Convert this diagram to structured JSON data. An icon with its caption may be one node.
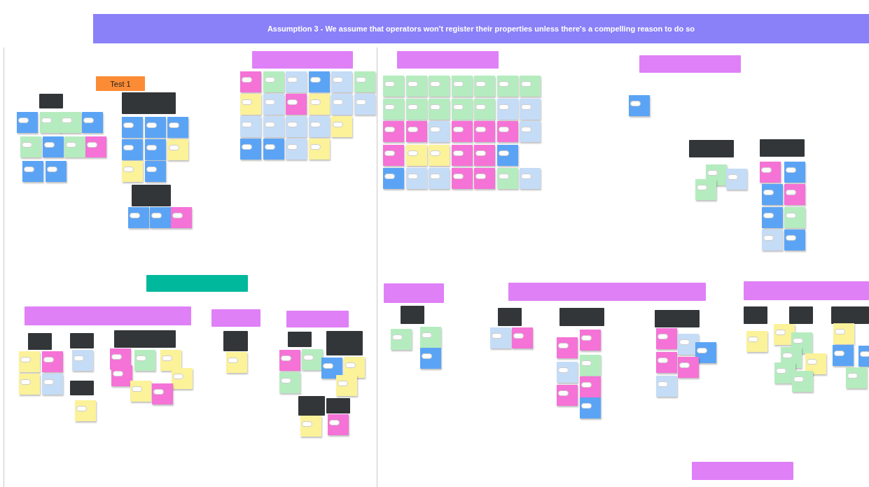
{
  "diagram": {
    "title": "Assumption 3 - We assume that operators won't register their properties unless there's a compelling reason to do so",
    "nodes": [
      {
        "text": [
          "Test 1"
        ]
      },
      {
        "text": [],
        "shape": "box"
      },
      {
        "text": [],
        "shape": "box"
      },
      {
        "text": [],
        "shape": "box"
      },
      {
        "text": [],
        "shape": "box"
      },
      {
        "text": [],
        "shape": "box"
      },
      {
        "text": [],
        "shape": "box"
      },
      {
        "text": [],
        "shape": "box"
      },
      {
        "text": [],
        "shape": "box"
      },
      {
        "text": [],
        "shape": "box"
      },
      {
        "text": [],
        "shape": "box"
      },
      {
        "text": [],
        "shape": "box"
      },
      {
        "text": [],
        "shape": "box"
      },
      {
        "text": [],
        "shape": "box"
      },
      {
        "text": [],
        "shape": "box"
      },
      {
        "text": [],
        "shape": "box"
      },
      {
        "text": [],
        "shape": "box"
      },
      {
        "text": [],
        "shape": "box"
      },
      {
        "text": [],
        "shape": "box"
      },
      {
        "text": [],
        "shape": "box"
      },
      {
        "text": [],
        "shape": "box"
      },
      {
        "text": [],
        "shape": "box"
      },
      {
        "text": [],
        "shape": "box"
      },
      {
        "text": [],
        "shape": "box"
      },
      {
        "text": [],
        "shape": "box"
      },
      {
        "text": [],
        "shape": "box"
      },
      {
        "text": [],
        "shape": "box"
      },
      {
        "text": [],
        "shape": "box"
      },
      {
        "text": [],
        "shape": "box"
      },
      {
        "text": [],
        "shape": "box"
      },
      {
        "text": [],
        "shape": "box"
      },
      {
        "text": [],
        "shape": "box"
      },
      {
        "text": [],
        "shape": "box"
      },
      {
        "text": [],
        "shape": "note"
      },
      {
        "text": [],
        "shape": "note"
      },
      {
        "text": [],
        "shape": "note"
      },
      {
        "text": [],
        "shape": "note"
      },
      {
        "text": [],
        "shape": "note"
      },
      {
        "text": [],
        "shape": "note"
      },
      {
        "text": [],
        "shape": "note"
      },
      {
        "text": [],
        "shape": "note"
      },
      {
        "text": [],
        "shape": "note"
      },
      {
        "text": [],
        "shape": "note"
      },
      {
        "text": [],
        "shape": "note"
      },
      {
        "text": [],
        "shape": "note"
      },
      {
        "text": [],
        "shape": "note"
      },
      {
        "text": [],
        "shape": "note"
      },
      {
        "text": [],
        "shape": "note"
      },
      {
        "text": [],
        "shape": "note"
      },
      {
        "text": [],
        "shape": "note"
      },
      {
        "text": [],
        "shape": "note"
      },
      {
        "text": [],
        "shape": "note"
      },
      {
        "text": [],
        "shape": "note"
      },
      {
        "text": [],
        "shape": "note"
      },
      {
        "text": [],
        "shape": "note"
      },
      {
        "text": [],
        "shape": "note"
      },
      {
        "text": [],
        "shape": "note"
      },
      {
        "text": [],
        "shape": "note"
      },
      {
        "text": [],
        "shape": "note"
      },
      {
        "text": [],
        "shape": "note"
      },
      {
        "text": [],
        "shape": "note"
      },
      {
        "text": [],
        "shape": "note"
      },
      {
        "text": [],
        "shape": "note"
      },
      {
        "text": [],
        "shape": "note"
      },
      {
        "text": [],
        "shape": "note"
      },
      {
        "text": [],
        "shape": "note"
      },
      {
        "text": [],
        "shape": "note"
      },
      {
        "text": [],
        "shape": "note"
      },
      {
        "text": [],
        "shape": "note"
      },
      {
        "text": [],
        "shape": "note"
      },
      {
        "text": [],
        "shape": "note"
      },
      {
        "text": [],
        "shape": "note"
      },
      {
        "text": [],
        "shape": "note"
      },
      {
        "text": [],
        "shape": "note"
      },
      {
        "text": [],
        "shape": "note"
      },
      {
        "text": [],
        "shape": "note"
      },
      {
        "text": [],
        "shape": "note"
      },
      {
        "text": [],
        "shape": "note"
      },
      {
        "text": [],
        "shape": "note"
      },
      {
        "text": [],
        "shape": "note"
      },
      {
        "text": [],
        "shape": "note"
      },
      {
        "text": [],
        "shape": "note"
      },
      {
        "text": [],
        "shape": "note"
      },
      {
        "text": [],
        "shape": "note"
      },
      {
        "text": [],
        "shape": "note"
      },
      {
        "text": [],
        "shape": "note"
      },
      {
        "text": [],
        "shape": "note"
      },
      {
        "text": [],
        "shape": "note"
      },
      {
        "text": [],
        "shape": "note"
      },
      {
        "text": [],
        "shape": "note"
      },
      {
        "text": [],
        "shape": "note"
      },
      {
        "text": [],
        "shape": "note"
      },
      {
        "text": [],
        "shape": "note"
      },
      {
        "text": [],
        "shape": "note"
      },
      {
        "text": [],
        "shape": "note"
      },
      {
        "text": [],
        "shape": "note"
      },
      {
        "text": [],
        "shape": "note"
      },
      {
        "text": [],
        "shape": "note"
      },
      {
        "text": [],
        "shape": "note"
      },
      {
        "text": [],
        "shape": "note"
      },
      {
        "text": [],
        "shape": "note"
      },
      {
        "text": [],
        "shape": "note"
      },
      {
        "text": [],
        "shape": "note"
      },
      {
        "text": [],
        "shape": "note"
      },
      {
        "text": [],
        "shape": "note"
      },
      {
        "text": [],
        "shape": "note"
      },
      {
        "text": [],
        "shape": "note"
      },
      {
        "text": [],
        "shape": "note"
      },
      {
        "text": [],
        "shape": "note"
      },
      {
        "text": [],
        "shape": "note"
      },
      {
        "text": [],
        "shape": "note"
      },
      {
        "text": [],
        "shape": "note"
      },
      {
        "text": [],
        "shape": "note"
      },
      {
        "text": [],
        "shape": "note"
      },
      {
        "text": [],
        "shape": "note"
      },
      {
        "text": [],
        "shape": "note"
      },
      {
        "text": [],
        "shape": "note"
      },
      {
        "text": [],
        "shape": "note"
      },
      {
        "text": [],
        "shape": "note"
      },
      {
        "text": [],
        "shape": "note"
      },
      {
        "text": [],
        "shape": "note"
      },
      {
        "text": [],
        "shape": "note"
      },
      {
        "text": [],
        "shape": "note"
      },
      {
        "text": [],
        "shape": "note"
      },
      {
        "text": [],
        "shape": "note"
      },
      {
        "text": [],
        "shape": "note"
      },
      {
        "text": [],
        "shape": "note"
      },
      {
        "text": [],
        "shape": "note"
      },
      {
        "text": [],
        "shape": "note"
      },
      {
        "text": [],
        "shape": "note"
      },
      {
        "text": [],
        "shape": "note"
      },
      {
        "text": [],
        "shape": "note"
      },
      {
        "text": [],
        "shape": "note"
      },
      {
        "text": [],
        "shape": "note"
      },
      {
        "text": [],
        "shape": "note"
      },
      {
        "text": [],
        "shape": "note"
      },
      {
        "text": [],
        "shape": "note"
      },
      {
        "text": [],
        "shape": "note"
      },
      {
        "text": [],
        "shape": "note"
      },
      {
        "text": [],
        "shape": "note"
      },
      {
        "text": [],
        "shape": "note"
      },
      {
        "text": [],
        "shape": "note"
      },
      {
        "text": [],
        "shape": "note"
      },
      {
        "text": [],
        "shape": "note"
      },
      {
        "text": [],
        "shape": "note"
      },
      {
        "text": [],
        "shape": "note"
      },
      {
        "text": [],
        "shape": "note"
      },
      {
        "text": [],
        "shape": "note"
      },
      {
        "text": [],
        "shape": "note"
      },
      {
        "text": [],
        "shape": "note"
      },
      {
        "text": [],
        "shape": "note"
      },
      {
        "text": [],
        "shape": "note"
      },
      {
        "text": [],
        "shape": "note"
      },
      {
        "text": [],
        "shape": "note"
      },
      {
        "text": [],
        "shape": "note"
      },
      {
        "text": [],
        "shape": "note"
      },
      {
        "text": [],
        "shape": "note"
      },
      {
        "text": [],
        "shape": "note"
      },
      {
        "text": [],
        "shape": "note"
      },
      {
        "text": [],
        "shape": "note"
      },
      {
        "text": [],
        "shape": "note"
      },
      {
        "text": [],
        "shape": "note"
      },
      {
        "text": [],
        "shape": "note"
      },
      {
        "text": [],
        "shape": "note"
      },
      {
        "text": [],
        "shape": "note"
      },
      {
        "text": [],
        "shape": "note"
      },
      {
        "text": [],
        "shape": "note"
      },
      {
        "text": [],
        "shape": "note"
      },
      {
        "text": [],
        "shape": "note"
      },
      {
        "text": [],
        "shape": "note"
      },
      {
        "text": [],
        "shape": "note"
      },
      {
        "text": [],
        "shape": "note"
      }
    ],
    "edges": []
  }
}
